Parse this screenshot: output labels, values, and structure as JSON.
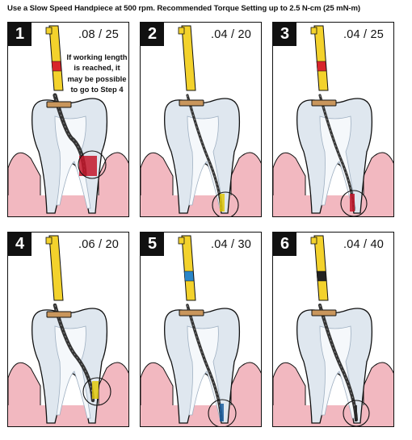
{
  "header": "Use a Slow Speed Handpiece at 500 rpm. Recommended Torque Setting up to 2.5 N-cm (25 mN-m)",
  "steps": [
    {
      "number": "1",
      "size": ".08 / 25",
      "note": "If working length is reached, it may be possible to go to Step 4",
      "band_color": "#d8252b",
      "highlight_color": "#c4162a"
    },
    {
      "number": "2",
      "size": ".04 / 20",
      "note": "",
      "band_color": "#e8c812",
      "highlight_color": "#e2c80c"
    },
    {
      "number": "3",
      "size": ".04 / 25",
      "note": "",
      "band_color": "#d8252b",
      "highlight_color": "#c4162a"
    },
    {
      "number": "4",
      "size": ".06 / 20",
      "note": "",
      "band_color": "#e8c812",
      "highlight_color": "#e2c80c"
    },
    {
      "number": "5",
      "size": ".04 / 30",
      "note": "",
      "band_color": "#2a86c8",
      "highlight_color": "#1c5fa0"
    },
    {
      "number": "6",
      "size": ".04 / 40",
      "note": "",
      "band_color": "#222222",
      "highlight_color": "#222222"
    }
  ]
}
